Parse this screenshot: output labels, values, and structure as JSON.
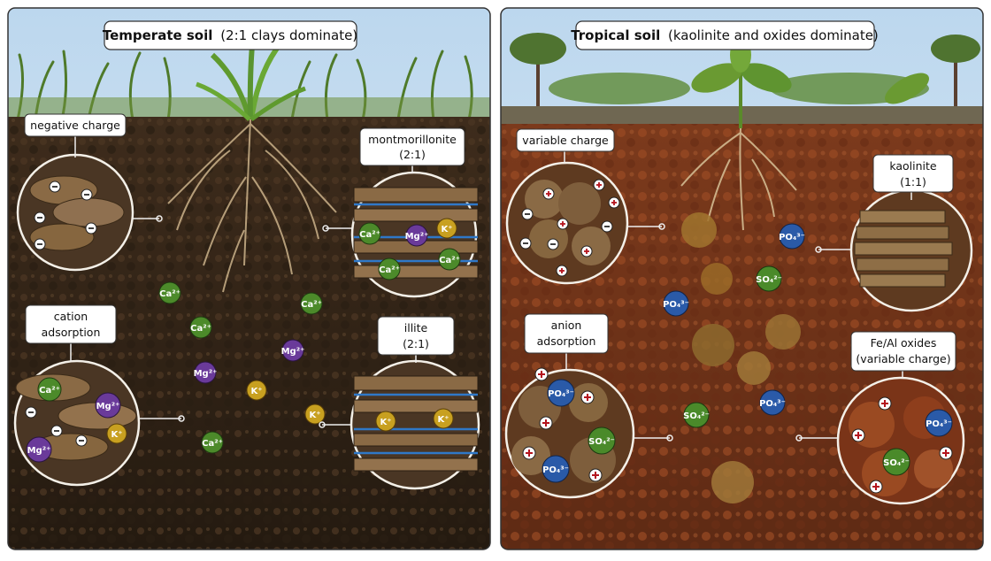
{
  "temperate": {
    "title_bold": "Temperate soil",
    "title_rest": "(2:1 clays dominate)",
    "neg_label": "negative charge",
    "mont_l1": "montmorillonite",
    "mont_l2": "(2:1)",
    "cat_l1": "cation",
    "cat_l2": "adsorption",
    "illite_l1": "illite",
    "illite_l2": "(2:1)"
  },
  "tropical": {
    "title_bold": "Tropical soil",
    "title_rest": "(kaolinite and oxides dominate)",
    "var_label": "variable charge",
    "kao_l1": "kaolinite",
    "kao_l2": "(1:1)",
    "anion_l1": "anion",
    "anion_l2": "adsorption",
    "fe_l1": "Fe/Al oxides",
    "fe_l2": "(variable charge)"
  },
  "ions": {
    "ca": "Ca²⁺",
    "mg": "Mg²⁺",
    "k": "K⁺",
    "po4": "PO₄³⁻",
    "so4": "SO₄²⁻"
  },
  "colors": {
    "temperate_soil": "#3a2a1a",
    "tropical_soil": "#8a3e1e",
    "ca": "#4c8a2a",
    "mg": "#6a3a9a",
    "k": "#c8a020",
    "po4": "#2a5aa8",
    "so4": "#4a8a2a"
  }
}
